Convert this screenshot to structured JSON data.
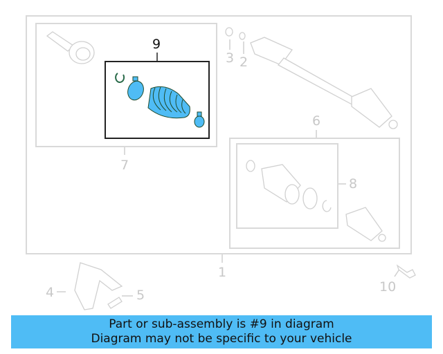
{
  "callouts": {
    "c1": "1",
    "c2": "2",
    "c3": "3",
    "c4": "4",
    "c5": "5",
    "c6": "6",
    "c7": "7",
    "c8": "8",
    "c9": "9",
    "c10": "10"
  },
  "highlighted_part": "9",
  "colors": {
    "highlight_fill": "#4fbcf5",
    "highlight_outline": "#1f4a2c",
    "ghost_line": "#d0d0d0",
    "banner_bg": "#4fbcf5"
  },
  "banner": {
    "line1": "Part or sub-assembly is #9 in diagram",
    "line2": "Diagram may not be specific to your vehicle"
  }
}
